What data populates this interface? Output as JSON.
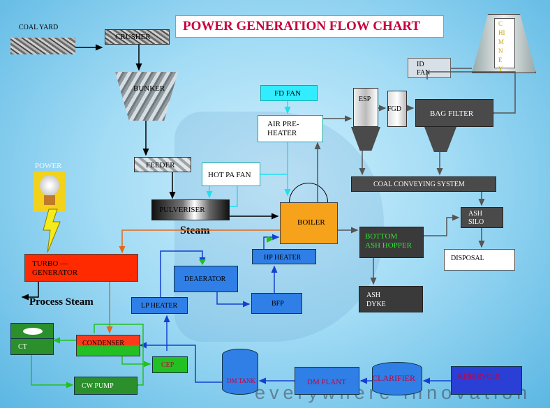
{
  "title": "POWER GENERATION FLOW CHART",
  "watermark": "everywhere innovation",
  "labels": {
    "coal_yard": "COAL YARD",
    "crusher": "CRUSHER",
    "bunker": "BUNKER",
    "feeder": "FEEDER",
    "pulveriser": "PULVERISER",
    "power": "POWER",
    "steam": "Steam",
    "process_steam": "Process Steam",
    "turbo_generator_1": "TURBO  —",
    "turbo_generator_2": "GENERATOR",
    "fd_fan": "FD  FAN",
    "air_preheater_1": "AIR  PRE-",
    "air_preheater_2": "HEATER",
    "hot_pa_fan": "HOT  PA FAN",
    "boiler": "BOILER",
    "esp": "ESP",
    "fgd": "FGD",
    "bag_filter": "BAG  FILTER",
    "id_fan_1": "ID",
    "id_fan_2": "FAN",
    "chimney": "CHIMNEY",
    "coal_conveying": "COAL CONVEYING SYSTEM",
    "ash_silo_1": "ASH",
    "ash_silo_2": "SILO",
    "bottom_ash_1": "BOTTOM",
    "bottom_ash_2": "ASH HOPPER",
    "disposal": "DISPOSAL",
    "ash_dyke_1": "ASH",
    "ash_dyke_2": "DYKE",
    "hp_heater": "HP HEATER",
    "deaerator": "DEAERATOR",
    "bfp": "BFP",
    "lp_heater": "LP HEATER",
    "ct": "CT",
    "condenser": "CONDENSER",
    "cep": "CEP",
    "cw_pump": "CW PUMP",
    "dm_tank": "DM TANK",
    "dm_plant": "DM PLANT",
    "clarifier": "CLARIFIER",
    "reservoir": "RESERVOIR"
  },
  "colors": {
    "boiler": "#f7a21b",
    "turbo_generator": "#ff2a00",
    "blue_box": "#2f7fe6",
    "dark_box": "#3a3a3a",
    "green_box": "#22aa22",
    "cyan_line": "#1ee0f0",
    "title_text": "#c8003c"
  }
}
